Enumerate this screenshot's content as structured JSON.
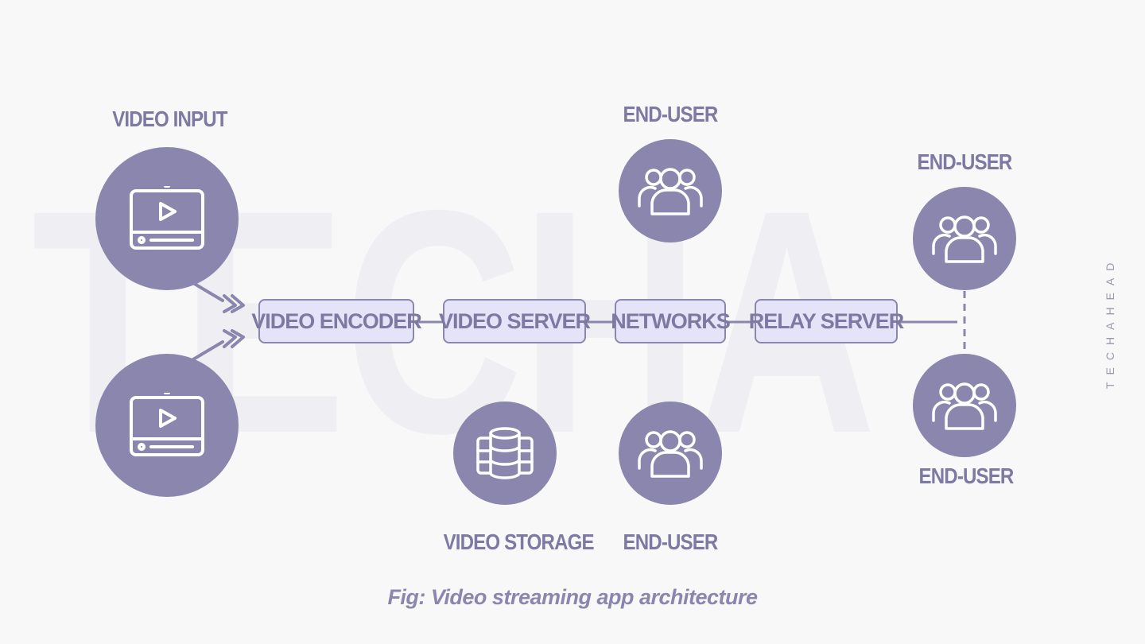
{
  "diagram": {
    "watermark": "TECHAHEAD",
    "brand_vertical": "TECHAHEAD",
    "caption": "Fig: Video streaming app architecture",
    "labels": {
      "video_input": "VIDEO INPUT",
      "video_storage": "VIDEO STORAGE",
      "end_user_top": "END-USER",
      "end_user_bottom": "END-USER",
      "end_user_right_top": "END-USER",
      "end_user_right_bottom": "END-USER"
    },
    "boxes": {
      "video_encoder": "VIDEO ENCODER",
      "video_server": "VIDEO SERVER",
      "networks": "NETWORKS",
      "relay_server": "RELAY SERVER"
    },
    "icons": {
      "video_input_top": "video-player-icon",
      "video_input_bottom": "video-player-icon",
      "storage": "database-icon",
      "users": "users-group-icon"
    },
    "colors": {
      "node_fill": "#8a86ad",
      "box_fill": "#e5e3f8",
      "text": "#7d79a2",
      "watermark": "#eeeef3",
      "background": "#f8f8f9"
    }
  }
}
